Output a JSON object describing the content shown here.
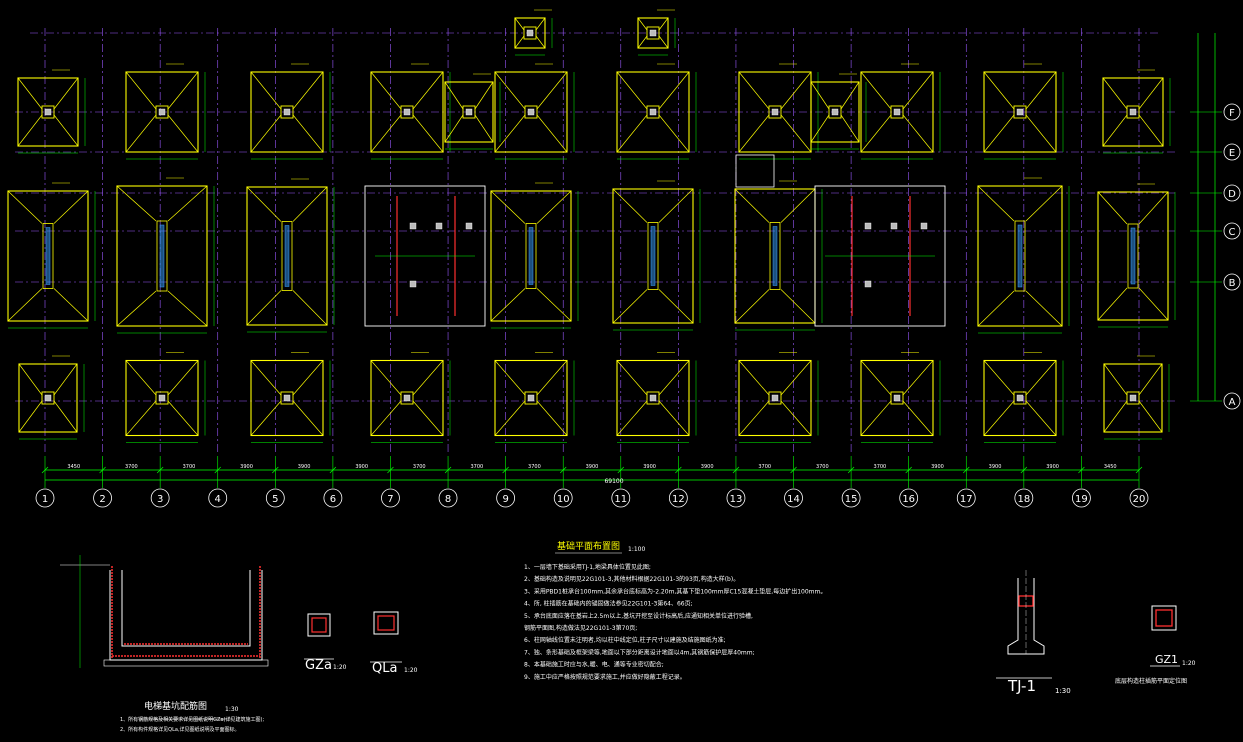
{
  "axes_bottom": [
    "1",
    "2",
    "3",
    "4",
    "5",
    "6",
    "7",
    "8",
    "9",
    "10",
    "11",
    "12",
    "13",
    "14",
    "15",
    "16",
    "17",
    "18",
    "19",
    "20"
  ],
  "axes_right": [
    "F",
    "E",
    "D",
    "C",
    "B",
    "A"
  ],
  "dims_bottom": [
    "3450",
    "3700",
    "3700",
    "3900",
    "3900",
    "3900",
    "3700",
    "3700",
    "3700",
    "3900",
    "3900",
    "3900",
    "3700",
    "3700",
    "3700",
    "3900",
    "3900",
    "3900",
    "3450"
  ],
  "total_dim": "69100",
  "plan_title": "基础平面布置图",
  "plan_scale": "1:100",
  "notes": [
    "1、一层墙下基础采用TJ-1,地梁具体位置见此图;",
    "2、基础构造及说明见22G101-3,其他材料根据22G101-3的93页,构造大样(b)。",
    "3、采用PBD1桩承台100mm,其余承台底标高为-2.20m,其基下垫100mm厚C15混凝土垫层,每边扩出100mm。",
    "4、所, 柱插筋在基础内的锚固做法参见22G101-3第64、66页;",
    "5、承台底面应落在基岩上2.5m以上,基坑开挖至设计标高后,应通知相关单位进行验槽,",
    "   钢筋平面图,构造做法见22G101-3第70页;",
    "6、柱网轴线位置未注明者,均以柱中线定位,柱子尺寸以建施及结施图纸为准;",
    "7、独、条形基础及框架梁等,地面以下部分距离设计地面以4m,其钢筋保护层厚40mm;",
    "8、本基础施工时应与水,暖、电、通等专业密切配合;",
    "9、施工中应严格按照规范要求施工,并应做好隐蔽工程记录。"
  ],
  "elevator_pit_title": "电梯基坑配筋图",
  "elevator_pit_scale": "1:30",
  "elevator_pit_notes": [
    "1、所有钢筋规格及相关要求详见图纸说明GZa(详见建筑施工图);",
    "2、所有构件规格详见QLa,详见图纸说明及平面图标。"
  ],
  "gza_label": "GZa",
  "gza_scale": "1:20",
  "qla_label": "QLa",
  "qla_scale": "1:20",
  "tj1_label": "TJ-1",
  "tj1_scale": "1:30",
  "gz1_label": "GZ1",
  "gz1_scale": "1:20",
  "gz1_note": "底层构造柱插筋平面定位图",
  "colors": {
    "axis": "#9b59ff",
    "footing": "#ffff00",
    "dim": "#00ff00",
    "column": "#ffffff",
    "rebar": "#ff3030",
    "text": "#ffffff",
    "annotation": "#ff66ff",
    "background": "#000000"
  }
}
